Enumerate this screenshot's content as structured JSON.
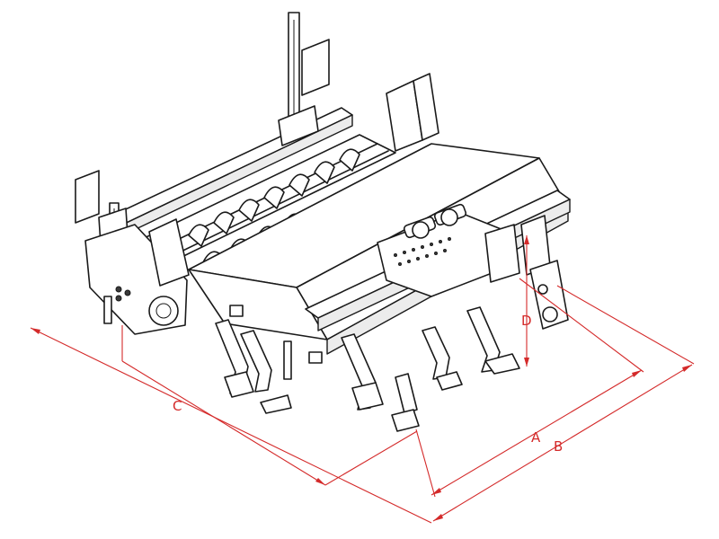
{
  "dimensions": {
    "a": "A",
    "b": "B",
    "c": "C",
    "d": "D"
  },
  "colors": {
    "dimension": "#d42a2a",
    "linework": "#1a1a1a",
    "background": "#ffffff"
  }
}
